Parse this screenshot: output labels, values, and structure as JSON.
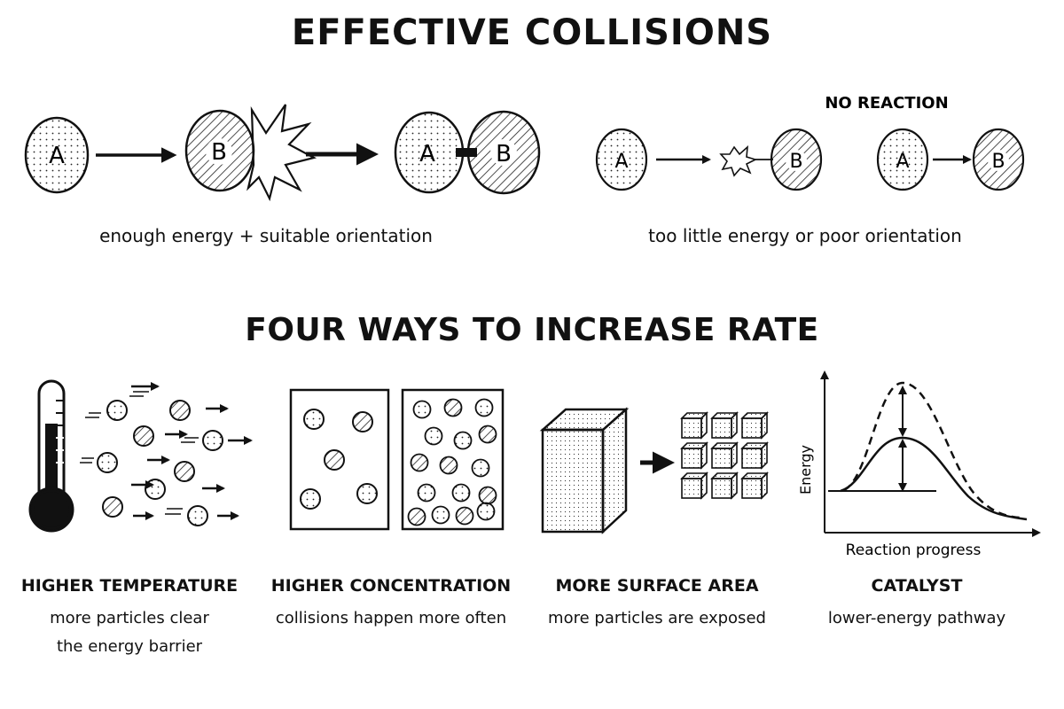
{
  "title": "EFFECTIVE COLLISIONS",
  "collision": {
    "effective": {
      "particle_a": "A",
      "particle_b": "B",
      "caption": "enough energy + suitable orientation"
    },
    "ineffective": {
      "label": "NO REACTION",
      "particle_a": "A",
      "particle_b": "B",
      "caption": "too little energy or poor orientation"
    }
  },
  "section_title": "FOUR WAYS TO INCREASE RATE",
  "ways": [
    {
      "title": "HIGHER TEMPERATURE",
      "description": "more particles clear the energy barrier"
    },
    {
      "title": "HIGHER CONCENTRATION",
      "description": "collisions happen more often"
    },
    {
      "title": "MORE SURFACE AREA",
      "description": "more particles are exposed"
    },
    {
      "title": "CATALYST",
      "description": "lower-energy pathway"
    }
  ],
  "energy_graph": {
    "ylabel": "Energy",
    "xlabel": "Reaction progress"
  }
}
